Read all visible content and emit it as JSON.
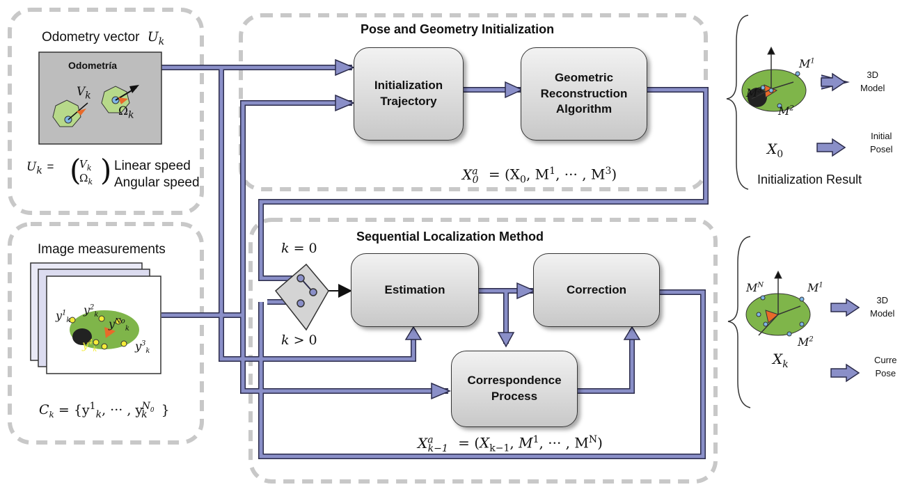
{
  "left": {
    "odometry_title": "Odometry vector",
    "odometry_symbol": "U",
    "odometry_symbol_sub": "k",
    "odometry_panel_label": "Odometría",
    "vk": "V",
    "vk_sub": "k",
    "omega": "Ω",
    "omega_sub": "k",
    "uk_eq_lhs": "U",
    "uk_eq_sub": "k",
    "uk_vec_top": "V",
    "uk_vec_bottom": "Ω",
    "linear_speed": "Linear speed",
    "angular_speed": "Angular speed",
    "image_title": "Image measurements",
    "y_labels": [
      "y",
      "y",
      "y",
      "y",
      "y"
    ],
    "y_sups": [
      "1",
      "2",
      "No",
      "4",
      "3"
    ],
    "ck_set": "= {y",
    "ck_set_mid": ", ··· , y",
    "ck_set_end": "}",
    "ck_sup_first": "1",
    "ck_sup_last": "N",
    "ck_sup_last_sub": "0"
  },
  "top": {
    "title": "Pose and Geometry Initialization",
    "box1": [
      "Initialization",
      "Trajectory"
    ],
    "box2": [
      "Geometric",
      "Reconstruction",
      "Algorithm"
    ],
    "formula": "= (X",
    "formula_rest": ", M",
    "formula_tail": ", ··· , M",
    "formula_end": ")"
  },
  "bottom": {
    "title": "Sequential Localization Method",
    "estimation": "Estimation",
    "correction": "Correction",
    "correspondence": [
      "Correspondence",
      "Process"
    ],
    "k0": "= 0",
    "kgt0": "> 0",
    "formula_tail": ", ··· , M",
    "formula_end": ")"
  },
  "right_top": {
    "m1": "1",
    "m2": "2",
    "m3": "3",
    "model_label": [
      "3D",
      "Model"
    ],
    "initial_label": [
      "Initial",
      "Posel"
    ],
    "result_label": "Initialization Result"
  },
  "right_bottom": {
    "mn": "N",
    "m1": "1",
    "m2": "2",
    "model_label": [
      "3D",
      "Model"
    ],
    "current_label": [
      "Curre",
      "Pose"
    ]
  },
  "colors": {
    "arrow": "#8a8fc8",
    "arrow_edge": "#2b2b4a",
    "dash": "#c8c8c8"
  }
}
